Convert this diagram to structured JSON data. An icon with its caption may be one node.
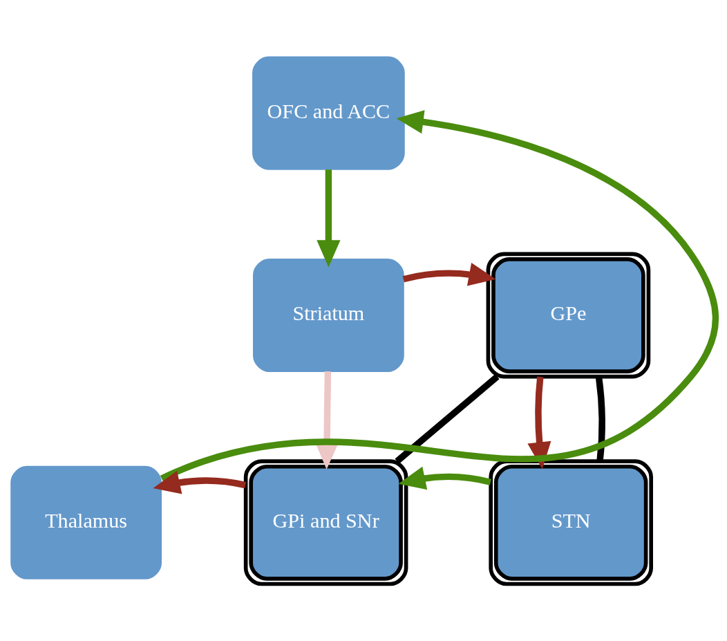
{
  "diagram": {
    "nodes": [
      {
        "text": [
          "OFC and ACC"
        ]
      },
      {
        "text": [
          "Striatum"
        ]
      },
      {
        "text": [
          "GPe"
        ]
      },
      {
        "text": [
          "GPi and SNr"
        ]
      },
      {
        "text": [
          "Thalamus"
        ]
      },
      {
        "text": [
          "STN"
        ]
      }
    ],
    "edges": [
      {
        "from": 4,
        "to": 0,
        "arrow": "to",
        "color": "#4a8c0e"
      },
      {
        "from": 0,
        "to": 1,
        "arrow": "to",
        "color": "#4a8c0e"
      },
      {
        "from": 1,
        "to": 2,
        "arrow": "to",
        "color": "#952a1e"
      },
      {
        "from": 1,
        "to": 3,
        "arrow": "to",
        "color": "#edc6c6"
      },
      {
        "from": 2,
        "to": 5,
        "arrow": "to",
        "color": "#952a1e"
      },
      {
        "from": 5,
        "to": 3,
        "arrow": "to",
        "color": "#4a8c0e"
      },
      {
        "from": 3,
        "to": 4,
        "arrow": "to",
        "color": "#952a1e"
      },
      {
        "from": 2,
        "to": 3,
        "arrow": "none",
        "color": "#000000"
      },
      {
        "from": 2,
        "to": 5,
        "arrow": "none",
        "color": "#000000"
      }
    ]
  }
}
